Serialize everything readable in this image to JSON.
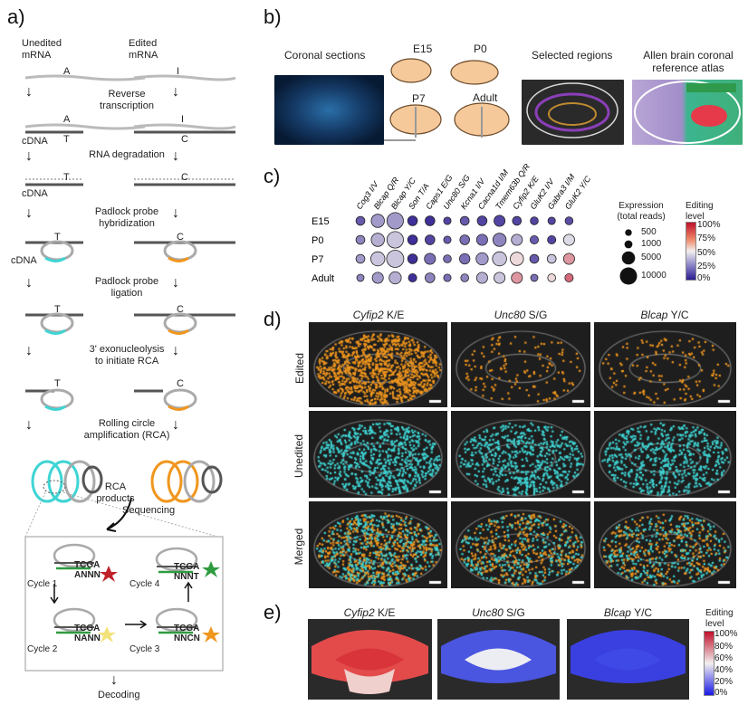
{
  "panel_a": {
    "label": "a)",
    "unedited_title": "Unedited\nmRNA",
    "edited_title": "Edited\nmRNA",
    "base_A": "A",
    "base_I": "I",
    "base_T": "T",
    "base_C": "C",
    "step_reverse_transcription": "Reverse\ntranscription",
    "label_cdna": "cDNA",
    "step_rna_degradation": "RNA degradation",
    "step_padlock_hybridization": "Padlock probe\nhybridization",
    "step_padlock_ligation": "Padlock probe\nligation",
    "step_exonucleolysis": "3' exonucleolysis\nto initiate RCA",
    "step_rca": "Rolling circle\namplification (RCA)",
    "rca_products": "RCA\nproducts",
    "sequencing": "Sequencing",
    "cycle1": "Cycle 1",
    "cycle2": "Cycle 2",
    "cycle3": "Cycle 3",
    "cycle4": "Cycle 4",
    "seq_top": "TCGA",
    "seq_c1": "ANNN",
    "seq_c2": "NANN",
    "seq_c3": "NNCN",
    "seq_c4": "NNNT",
    "decoding": "Decoding"
  },
  "panel_b": {
    "label": "b)",
    "coronal_sections": "Coronal sections",
    "e15": "E15",
    "p0": "P0",
    "p7": "P7",
    "adult": "Adult",
    "selected_regions": "Selected regions",
    "allen_atlas": "Allen brain coronal\nreference atlas"
  },
  "panel_c": {
    "label": "c)",
    "columns": [
      "Cog3 I/V",
      "Blcap Q/R",
      "Blcap Y/C",
      "Son T/A",
      "Caps1 E/G",
      "Unc80 S/G",
      "Kcna1 I/V",
      "Cacna1d I/M",
      "Tmem63b Q/R",
      "Cyfip2 K/E",
      "GluK2 I/V",
      "Gabra3 I/M",
      "GluK2 Y/C"
    ],
    "rows": [
      "E15",
      "P0",
      "P7",
      "Adult"
    ],
    "expression_legend_title": "Expression\n(total reads)",
    "expression_sizes": [
      "500",
      "1000",
      "5000",
      "10000"
    ],
    "editing_legend_title": "Editing\nlevel",
    "editing_ticks": [
      "100%",
      "75%",
      "50%",
      "25%",
      "0%"
    ]
  },
  "panel_d": {
    "label": "d)",
    "col_titles": [
      {
        "gene": "Cyfip2",
        "site": " K/E"
      },
      {
        "gene": "Unc80",
        "site": " S/G"
      },
      {
        "gene": "Blcap",
        "site": " Y/C"
      }
    ],
    "row_labels": [
      "Edited",
      "Unedited",
      "Merged"
    ]
  },
  "panel_e": {
    "label": "e)",
    "col_titles": [
      {
        "gene": "Cyfip2",
        "site": " K/E"
      },
      {
        "gene": "Unc80",
        "site": " S/G"
      },
      {
        "gene": "Blcap",
        "site": " Y/C"
      }
    ],
    "legend_title": "Editing\nlevel",
    "ticks": [
      "100%",
      "80%",
      "60%",
      "40%",
      "20%",
      "0%"
    ]
  },
  "chart_data": {
    "type": "heatmap",
    "title": "",
    "rows": [
      "E15",
      "P0",
      "P7",
      "Adult"
    ],
    "columns": [
      "Cog3 I/V",
      "Blcap Q/R",
      "Blcap Y/C",
      "Son T/A",
      "Caps1 E/G",
      "Unc80 S/G",
      "Kcna1 I/V",
      "Cacna1d I/M",
      "Tmem63b Q/R",
      "Cyfip2 K/E",
      "GluK2 I/V",
      "Gabra3 I/M",
      "GluK2 Y/C"
    ],
    "size_legend": [
      500,
      1000,
      5000,
      10000
    ],
    "editing_level": [
      [
        0.15,
        0.3,
        0.3,
        0.05,
        0.05,
        0.1,
        0.15,
        0.1,
        0.1,
        0.1,
        0.1,
        0.1,
        0.12
      ],
      [
        0.25,
        0.35,
        0.4,
        0.05,
        0.1,
        0.15,
        0.2,
        0.2,
        0.25,
        0.35,
        0.15,
        0.1,
        0.45
      ],
      [
        0.3,
        0.4,
        0.4,
        0.05,
        0.2,
        0.2,
        0.2,
        0.3,
        0.4,
        0.55,
        0.15,
        0.4,
        0.7
      ],
      [
        0.25,
        0.3,
        0.35,
        0.05,
        0.25,
        0.2,
        0.25,
        0.35,
        0.4,
        0.7,
        0.2,
        0.55,
        0.8
      ]
    ],
    "expression": [
      [
        1500,
        5000,
        9000,
        2000,
        2000,
        800,
        1500,
        2000,
        3000,
        1500,
        1000,
        800,
        1000
      ],
      [
        1500,
        5000,
        9000,
        2000,
        2000,
        800,
        2000,
        3000,
        5000,
        3000,
        1200,
        1200,
        3000
      ],
      [
        1500,
        6000,
        10000,
        2000,
        3000,
        1000,
        2500,
        4000,
        6000,
        5000,
        1500,
        1500,
        3000
      ],
      [
        700,
        3000,
        4000,
        1200,
        2000,
        800,
        1000,
        3000,
        3000,
        3000,
        700,
        1000,
        1200
      ]
    ]
  },
  "colors": {
    "cyan": "#3fd4d4",
    "orange": "#f0961e",
    "brain_beige": "#f6c99a",
    "heat_low": "#2a1a8f",
    "heat_mid": "#f2efef",
    "heat_high": "#c0102a"
  }
}
